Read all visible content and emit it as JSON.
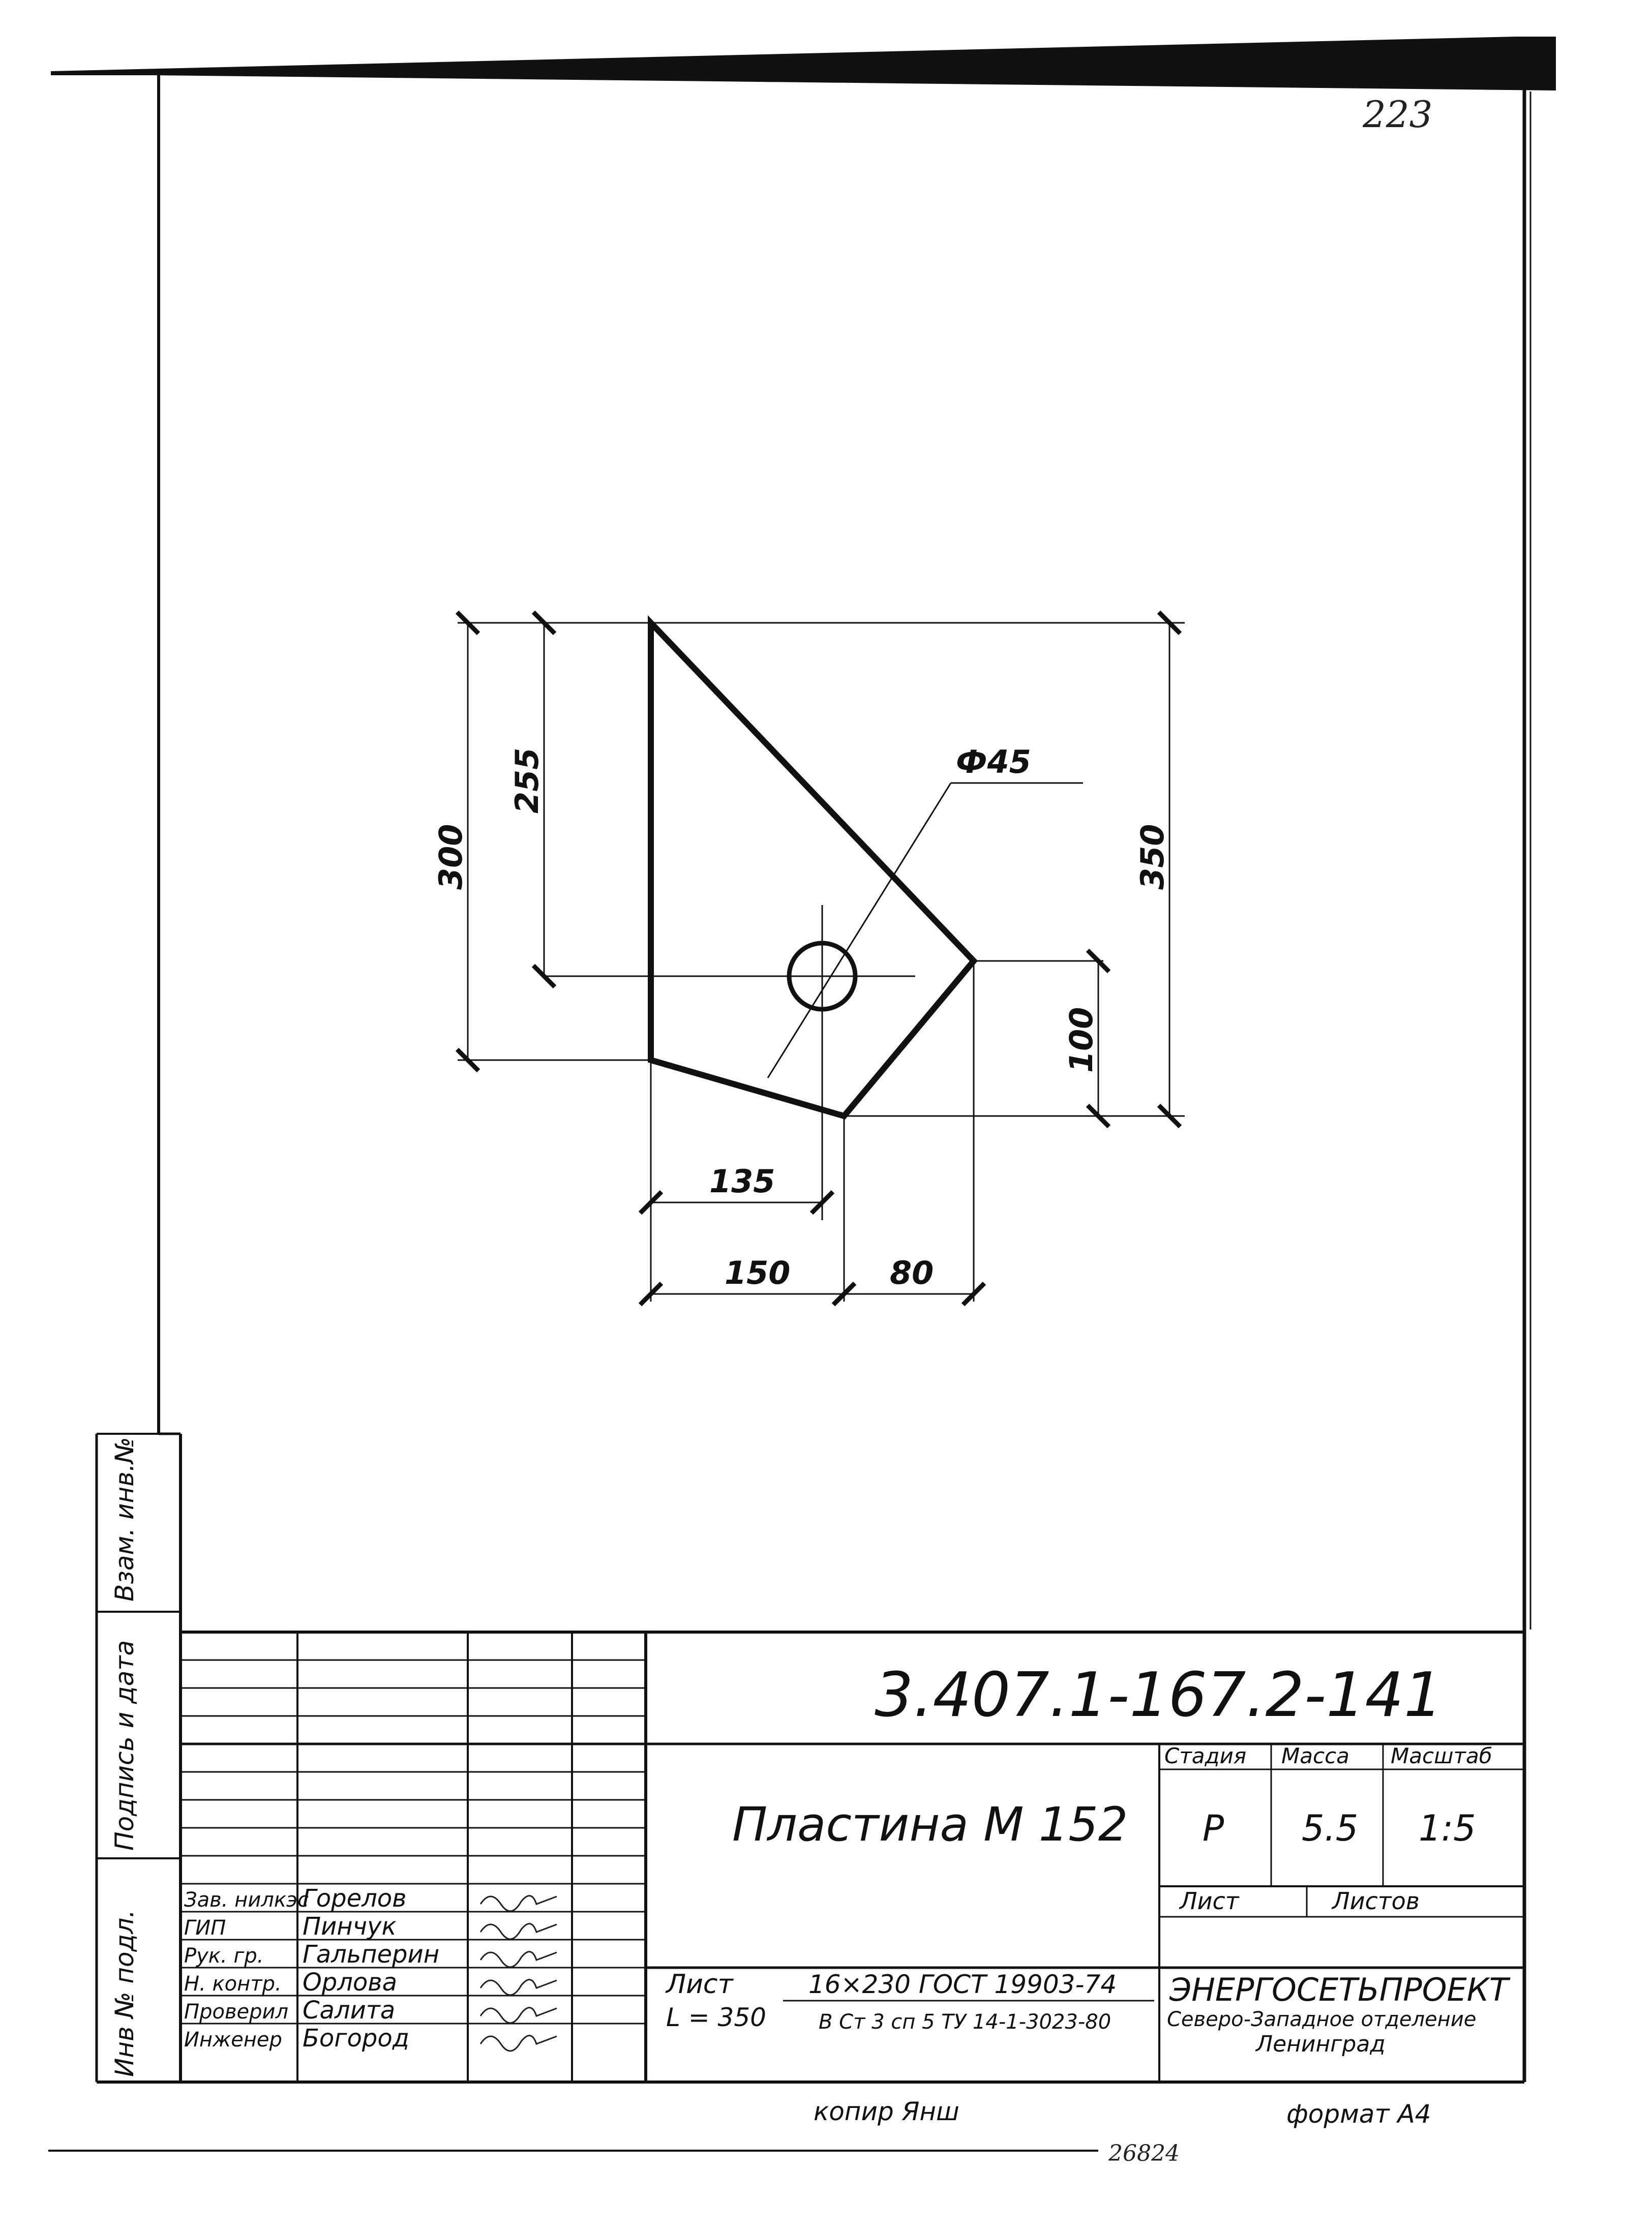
{
  "page_number": "223",
  "part": {
    "dimensions": {
      "height_300": "300",
      "height_255": "255",
      "height_350": "350",
      "height_100": "100",
      "width_135": "135",
      "width_150": "150",
      "width_80": "80",
      "hole_diameter": "Ф45"
    }
  },
  "left_margin": {
    "inv_podl": "Инв № подл.",
    "podpis_data": "Подпись и дата",
    "vzam_inv": "Взам. инв.№"
  },
  "title_block": {
    "designation": "3.407.1-167.2-141",
    "name": "Пластина  М 152",
    "headers": {
      "stage": "Стадия",
      "mass": "Масса",
      "scale": "Масштаб",
      "sheet": "Лист",
      "sheets": "Листов"
    },
    "values": {
      "stage": "Р",
      "mass": "5.5",
      "scale": "1:5"
    },
    "material_label": "Лист",
    "length": "L = 350",
    "material_top": "16×230 ГОСТ 19903-74",
    "material_bottom": "В Ст 3 сп 5 ТУ 14-1-3023-80",
    "organization": "ЭНЕРГОСЕТЬПРОЕКТ",
    "branch": "Северо-Западное отделение",
    "city": "Ленинград",
    "signers": [
      {
        "role": "Зав. нилкэс",
        "name": "Горелов"
      },
      {
        "role": "ГИП",
        "name": "Пинчук"
      },
      {
        "role": "Рук. гр.",
        "name": "Гальперин"
      },
      {
        "role": "Н. контр.",
        "name": "Орлова"
      },
      {
        "role": "Проверил",
        "name": "Салита"
      },
      {
        "role": "Инженер",
        "name": "Богород"
      }
    ]
  },
  "footer": {
    "copied": "копир  Янш",
    "format": "формат А4",
    "number": "26824"
  }
}
